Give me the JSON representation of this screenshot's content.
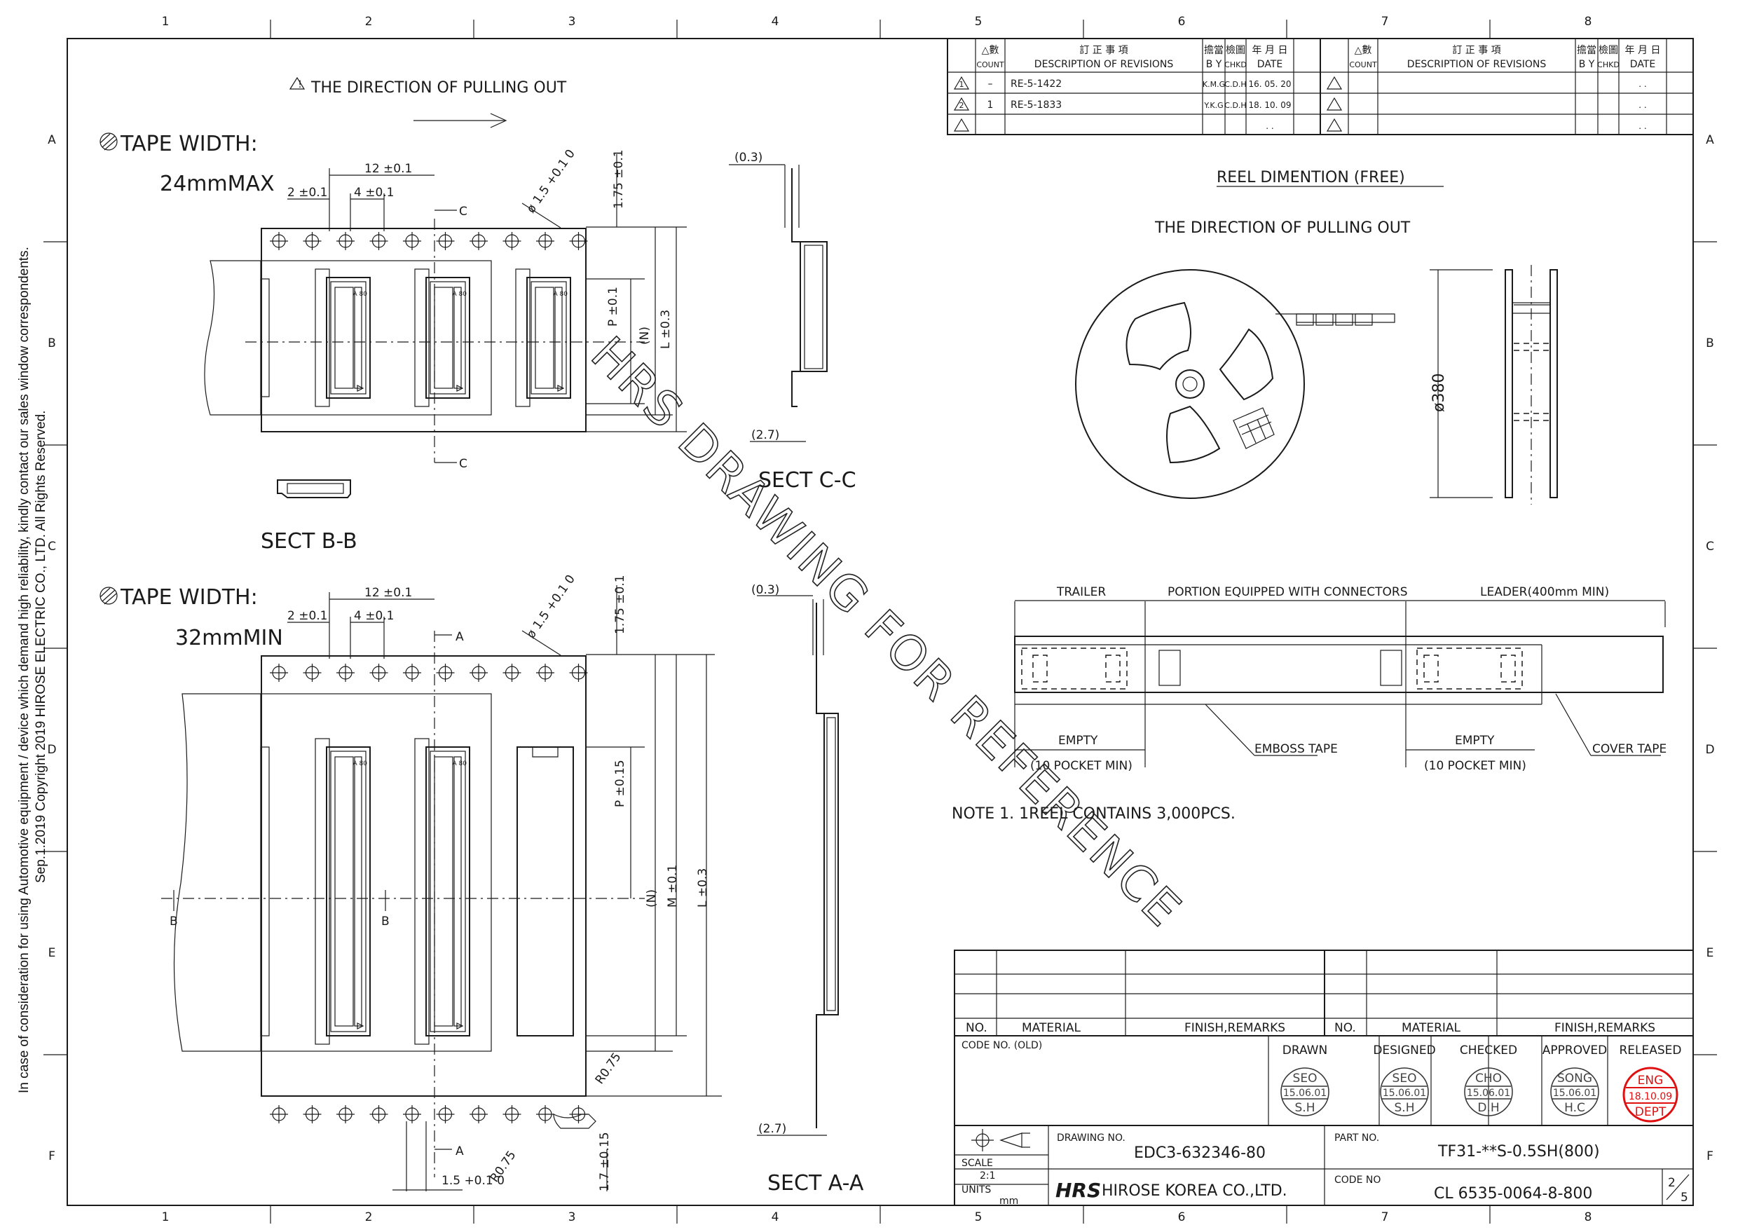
{
  "grid": {
    "columns": [
      "1",
      "2",
      "3",
      "4",
      "5",
      "6",
      "7",
      "8"
    ],
    "rows": [
      "A",
      "B",
      "C",
      "D",
      "E",
      "F"
    ]
  },
  "copyright": {
    "line1": "Sep.1.2019 Copyright 2019 HIROSE ELECTRIC CO., LTD. All Rights Reserved.",
    "line2": "In case of consideration for using Automotive equipment / device which demand high reliability, kindly contact our sales window correspondents."
  },
  "watermark": "HRS DRAWING FOR REFERENCE",
  "revisions": {
    "headers": {
      "count_kanji": "△數",
      "count": "COUNT",
      "desc_kanji": "訂 正 事 項",
      "desc": "DESCRIPTION OF REVISIONS",
      "by_kanji": "擔當",
      "by": "B Y",
      "chkd_kanji": "檢圖",
      "chkd": "CHKD",
      "date_kanji": "年 月 日",
      "date": "DATE"
    },
    "rows": [
      {
        "mark": "1",
        "count": "–",
        "desc": "RE-5-1422",
        "by": "K.M.G",
        "chkd": "C.D.H",
        "date": "16.  05.  20"
      },
      {
        "mark": "2",
        "count": "1",
        "desc": "RE-5-1833",
        "by": "Y.K.G",
        "chkd": "C.D.H",
        "date": "18.  10.  09"
      },
      {
        "mark": "",
        "count": "",
        "desc": "",
        "by": "",
        "chkd": "",
        "date": ".      ."
      }
    ],
    "right_rows_date": ".      ."
  },
  "top_direction": "THE DIRECTION OF PULLING OUT",
  "tape24": {
    "title": "TAPE WIDTH:",
    "value": "24mmMAX",
    "dim_12": "12 ±0.1",
    "dim_4": "4 ±0.1",
    "dim_2": "2 ±0.1",
    "dim_phi": "ø 1.5 +0.1 0",
    "dim_175": "1.75 ±0.1",
    "dim_p": "P ±0.1",
    "dim_n": "(N)",
    "dim_l": "L ±0.3",
    "cut_mark": "C",
    "sect_bb": "SECT B-B"
  },
  "sect_cc": {
    "title": "SECT C-C",
    "t1": "(0.3)",
    "t2": "(2.7)"
  },
  "tape32": {
    "title": "TAPE WIDTH:",
    "value": "32mmMIN",
    "dim_12": "12 ±0.1",
    "dim_4": "4 ±0.1",
    "dim_2": "2 ±0.1",
    "dim_phi": "ø 1.5 +0.1 0",
    "dim_175": "1.75 ±0.1",
    "dim_p": "P ±0.15",
    "dim_n": "(N)",
    "dim_m": "M ±0.1",
    "dim_l": "L ±0.3",
    "cut_a": "A",
    "cut_b": "B",
    "dim_r075a": "R0.75",
    "dim_r075b": "R0.75",
    "dim_15": "1.5 +0.1 0",
    "dim_17": "1.7 ±0.15",
    "part_mark": "A 80"
  },
  "sect_aa": {
    "title": "SECT A-A",
    "t1": "(0.3)",
    "t2": "(2.7)"
  },
  "reel": {
    "title": "REEL DIMENTION (FREE)",
    "direction": "THE DIRECTION OF PULLING OUT",
    "diameter": "ø380"
  },
  "tape_layout": {
    "trailer": "TRAILER",
    "portion": "PORTION EQUIPPED WITH CONNECTORS",
    "leader": "LEADER(400mm MIN)",
    "empty1": "EMPTY",
    "pocket1": "(10 POCKET MIN)",
    "emboss": "EMBOSS TAPE",
    "empty2": "EMPTY",
    "pocket2": "(10 POCKET MIN)",
    "cover": "COVER TAPE",
    "note": "NOTE 1. 1REEL CONTAINS 3,000PCS."
  },
  "title_block": {
    "no": "NO.",
    "material": "MATERIAL",
    "finish": "FINISH,REMARKS",
    "code_old": "CODE NO. (OLD)",
    "drawn": "DRAWN",
    "designed": "DESIGNED",
    "checked": "CHECKED",
    "approved": "APPROVED",
    "released": "RELEASED",
    "stamps": [
      {
        "name": "SEO",
        "date": "15.06.01",
        "init": "S.H"
      },
      {
        "name": "SEO",
        "date": "15.06.01",
        "init": "S.H"
      },
      {
        "name": "CHO",
        "date": "15.06.01",
        "init": "D.H"
      },
      {
        "name": "SONG",
        "date": "15.06.01",
        "init": "H.C"
      }
    ],
    "released_stamp": {
      "top": "ENG",
      "date": "18.10.09",
      "bottom": "DEPT",
      "color": "#e01010"
    },
    "scale_label": "SCALE",
    "scale": "2:1",
    "units_label": "UNITS",
    "units": "mm",
    "drawing_no_label": "DRAWING NO.",
    "drawing_no": "EDC3-632346-80",
    "part_no_label": "PART NO.",
    "part_no": "TF31-**S-0.5SH(800)",
    "code_no_label": "CODE NO",
    "code_no": "CL 6535-0064-8-800",
    "company_logo": "HRS",
    "company": "HIROSE KOREA CO.,LTD.",
    "sheet": "2",
    "sheets": "5"
  }
}
